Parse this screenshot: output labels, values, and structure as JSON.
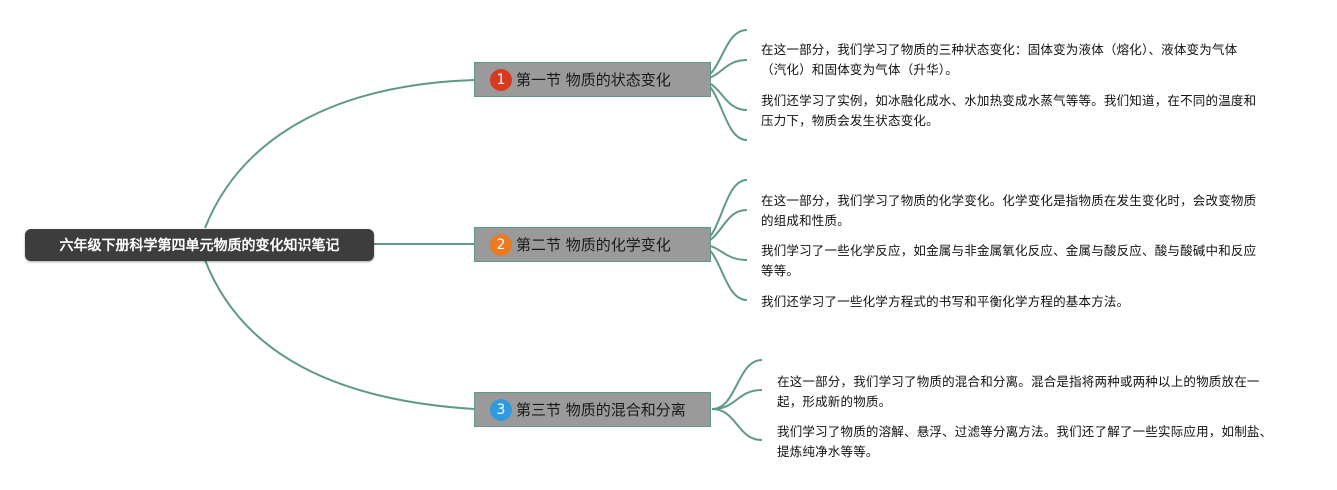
{
  "root": {
    "title": "六年级下册科学第四单元物质的变化知识笔记"
  },
  "sections": [
    {
      "badge": "1",
      "title": "第一节 物质的状态变化",
      "notes": [
        "在这一部分，我们学习了物质的三种状态变化：固体变为液体（熔化）、液体变为气体（汽化）和固体变为气体（升华）。",
        "我们还学习了实例，如冰融化成水、水加热变成水蒸气等等。我们知道，在不同的温度和压力下，物质会发生状态变化。"
      ]
    },
    {
      "badge": "2",
      "title": "第二节 物质的化学变化",
      "notes": [
        "在这一部分，我们学习了物质的化学变化。化学变化是指物质在发生变化时，会改变物质的组成和性质。",
        "我们学习了一些化学反应，如金属与非金属氧化反应、金属与酸反应、酸与酸碱中和反应等等。",
        "我们还学习了一些化学方程式的书写和平衡化学方程的基本方法。"
      ]
    },
    {
      "badge": "3",
      "title": "第三节 物质的混合和分离",
      "notes": [
        "在这一部分，我们学习了物质的混合和分离。混合是指将两种或两种以上的物质放在一起，形成新的物质。",
        "我们学习了物质的溶解、悬浮、过滤等分离方法。我们还了解了一些实际应用，如制盐、提炼纯净水等等。"
      ]
    }
  ],
  "colors": {
    "connector": "#5f9a84",
    "root_bg": "#3d3d3d",
    "topic_bg": "#9a9a9a",
    "badge_1": "#d93a1f",
    "badge_2": "#ea7a23",
    "badge_3": "#2f9adf"
  }
}
